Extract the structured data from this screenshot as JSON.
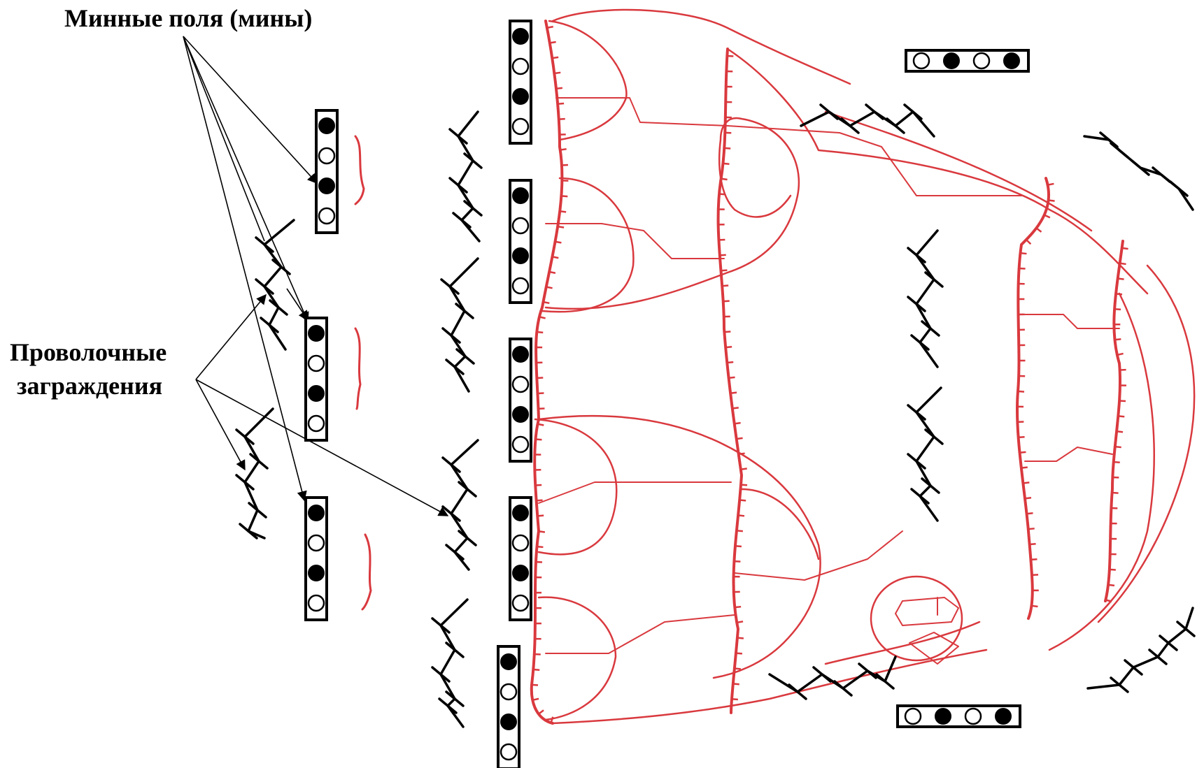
{
  "labels": {
    "minefields": "Минные поля (мины)",
    "wire_line1": "Проволочные",
    "wire_line2": "заграждения"
  },
  "colors": {
    "positions": "#d9393e",
    "obstacles": "#000000"
  },
  "icons": [
    "mine-filled-icon",
    "mine-empty-icon",
    "wire-obstacle-icon",
    "trench-line-icon"
  ]
}
